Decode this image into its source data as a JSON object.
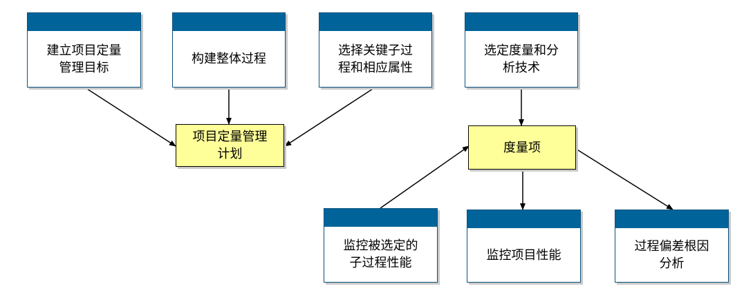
{
  "boxes": {
    "establish_goals": {
      "line1": "建立项目定量",
      "line2": "管理目标"
    },
    "build_process": {
      "line1": "构建整体过程"
    },
    "select_subprocess": {
      "line1": "选择关键子过",
      "line2": "程和相应属性"
    },
    "select_measures": {
      "line1": "选定度量和分",
      "line2": "析技术"
    },
    "quant_plan": {
      "line1": "项目定量管理",
      "line2": "计划"
    },
    "measures": {
      "line1": "度量项"
    },
    "monitor_subprocess": {
      "line1": "监控被选定的",
      "line2": "子过程性能"
    },
    "monitor_performance": {
      "line1": "监控项目性能"
    },
    "root_cause": {
      "line1": "过程偏差根因",
      "line2": "分析"
    }
  },
  "colors": {
    "header_blue": "#00649a",
    "highlight_yellow": "#ffff99",
    "arrow": "#000000"
  }
}
